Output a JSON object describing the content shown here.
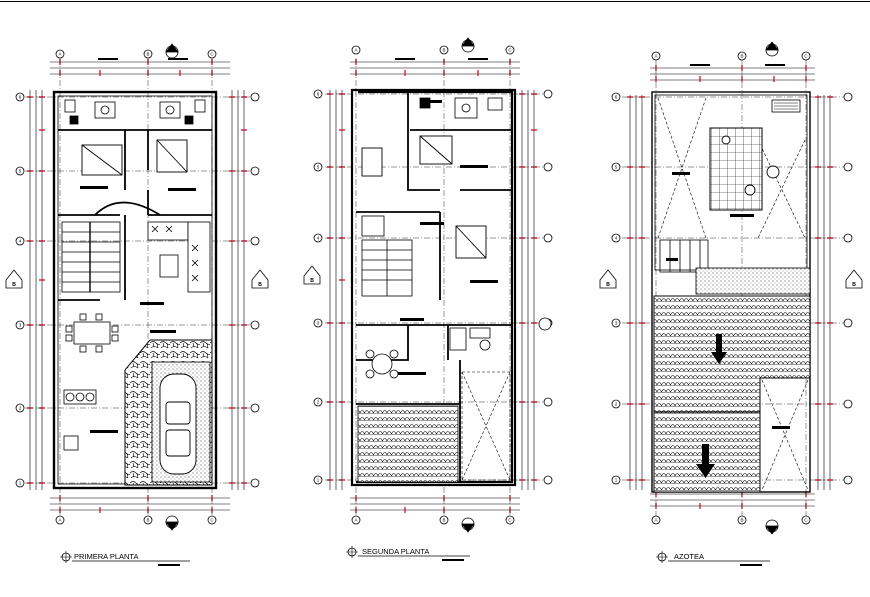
{
  "plans": [
    {
      "id": "primera",
      "title": "PRIMERA PLANTA"
    },
    {
      "id": "segunda",
      "title": "SEGUNDA PLANTA"
    },
    {
      "id": "azotea",
      "title": "AZOTEA"
    }
  ],
  "grid_letters": [
    "A",
    "B",
    "C"
  ],
  "grid_numbers": [
    "1",
    "2",
    "3",
    "4",
    "5",
    "6"
  ],
  "north_marker": "B",
  "colors": {
    "line": "#000000",
    "dimension": "#d0021b",
    "background": "#ffffff"
  }
}
